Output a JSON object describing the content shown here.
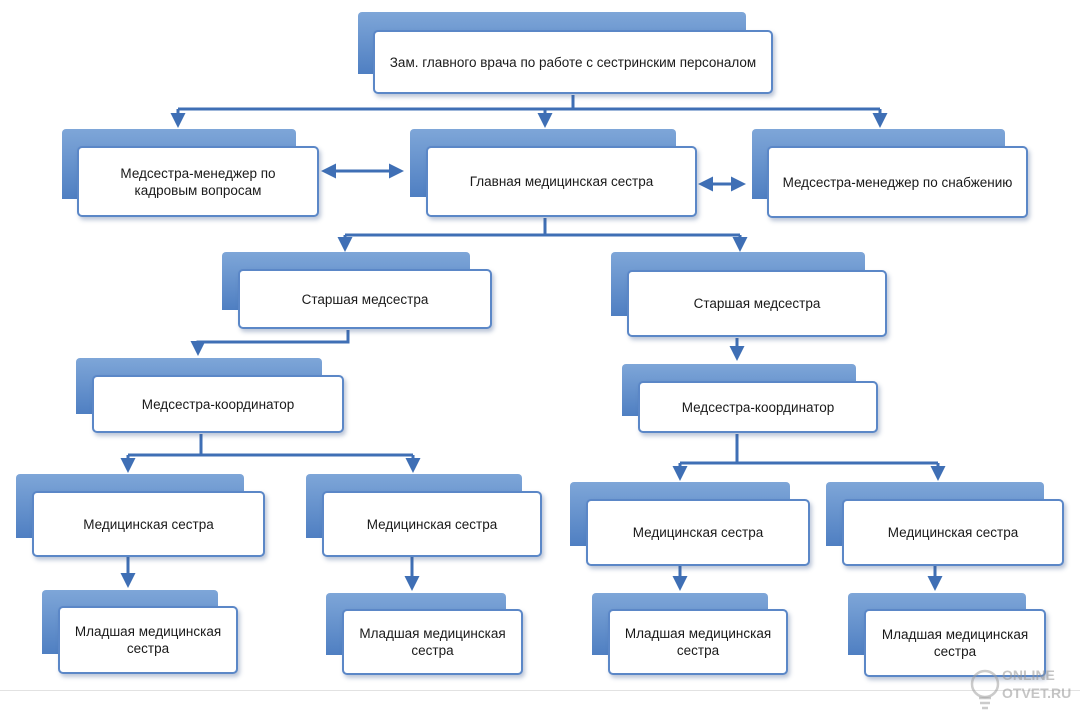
{
  "nodes": {
    "deputy": "Зам. главного врача по работе с сестринским персоналом",
    "hr_manager": "Медсестра-менеджер по кадровым вопросам",
    "chief_nurse": "Главная медицинская сестра",
    "supply_manager": "Медсестра-менеджер по снабжению",
    "senior_left": "Старшая медсестра",
    "senior_right": "Старшая медсестра",
    "coord_left": "Медсестра-координатор",
    "coord_right": "Медсестра-координатор",
    "nurse_1": "Медицинская сестра",
    "nurse_2": "Медицинская сестра",
    "nurse_3": "Медицинская сестра",
    "nurse_4": "Медицинская сестра",
    "junior_1": "Младшая медицинская сестра",
    "junior_2": "Младшая медицинская сестра",
    "junior_3": "Младшая медицинская сестра",
    "junior_4": "Младшая медицинская сестра"
  },
  "watermark": {
    "line1": "ONLINE",
    "line2": "OTVET.RU"
  },
  "colors": {
    "connector": "#3f6fb5",
    "box_border": "#5b87c7",
    "tab": "#5b87c7"
  }
}
